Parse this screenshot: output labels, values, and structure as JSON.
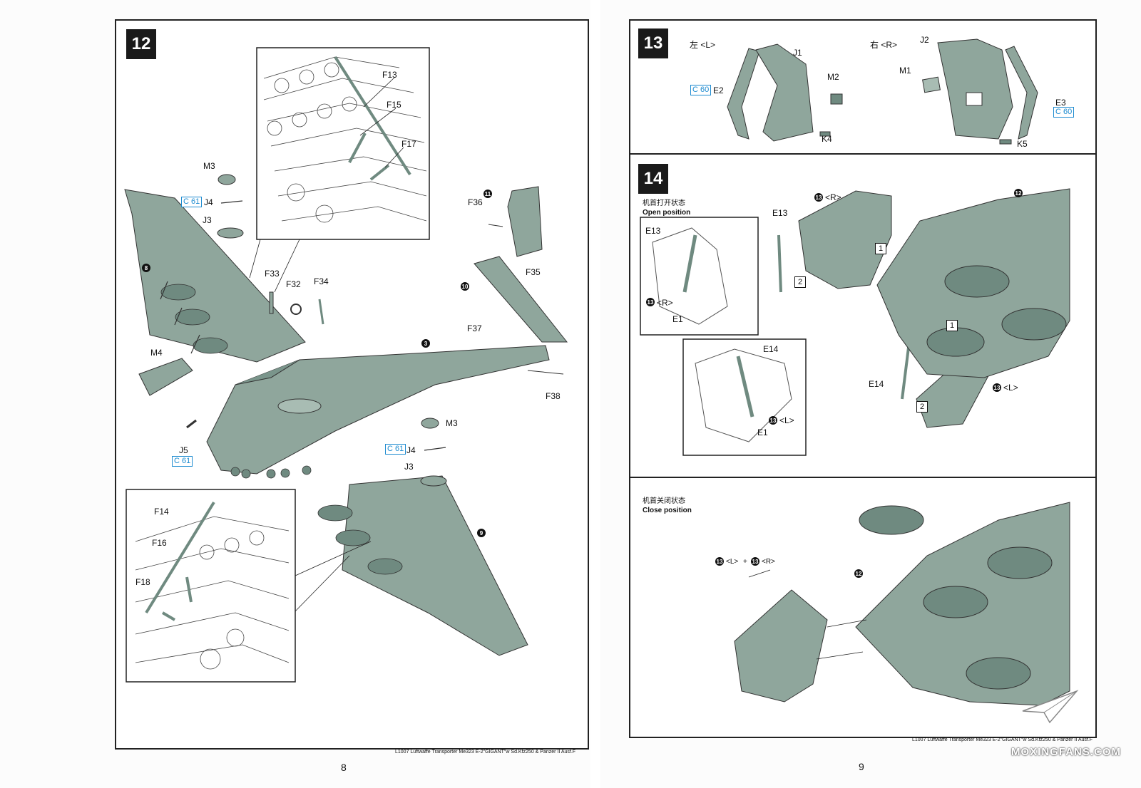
{
  "colors": {
    "part_fill": "#8fa69c",
    "part_dark": "#6f8a80",
    "cyan_badge": "#1d8bd0",
    "frame": "#222222"
  },
  "left_page": {
    "step_number": "12",
    "labels": {
      "F13": "F13",
      "F15": "F15",
      "F17": "F17",
      "F14": "F14",
      "F16": "F16",
      "F18": "F18",
      "M3_top": "M3",
      "J4_top": "J4",
      "J3_top": "J3",
      "C61_top": "C 61",
      "F33": "F33",
      "F32": "F32",
      "F34": "F34",
      "F36": "F36",
      "F35": "F35",
      "F37": "F37",
      "F38": "F38",
      "M4": "M4",
      "J5": "J5",
      "C61_j5": "C 61",
      "M3_bottom": "M3",
      "J4_bottom": "J4",
      "J3_bottom": "J3",
      "C61_bottom": "C 61"
    },
    "sub_refs": {
      "s8": "8",
      "s3": "3",
      "s9": "9",
      "s10": "10",
      "s11": "11"
    },
    "footer": "L1007 Luftwaffe Transporter Me323 E-2\"GIGANT\"w Sd.Kfz250 & Panzer II Ausf.F",
    "page_number": "8"
  },
  "right_page": {
    "step13": {
      "number": "13",
      "left_caption": "左 <L>",
      "right_caption": "右 <R>",
      "labels": {
        "J1": "J1",
        "E2": "E2",
        "M2": "M2",
        "K4": "K4",
        "J2": "J2",
        "M1": "M1",
        "E3": "E3",
        "K5": "K5"
      },
      "c60_left": "C 60",
      "c60_right": "C 60"
    },
    "step14": {
      "number": "14",
      "open_cn": "机首打开状态",
      "open_en": "Open position",
      "labels": {
        "E13_a": "E13",
        "E13_b": "E13",
        "E1_a": "E1",
        "E14_a": "E14",
        "E1_b": "E1",
        "E14_b": "E14"
      },
      "ref_R_top": "<R>",
      "ref_R_inset": "<R>",
      "ref_L_inset": "<L>",
      "ref_L_main": "<L>",
      "sub13": "13",
      "sub12": "12",
      "box1": "1",
      "box2": "2"
    },
    "close": {
      "cn": "机首关闭状态",
      "en": "Close position",
      "combo_l": "<L>",
      "plus": "+",
      "combo_r": "<R>",
      "sub13": "13",
      "sub12": "12"
    },
    "footer": "L1007 Luftwaffe Transporter Me323 E-2\"GIGANT\"w Sd.Kfz250 & Panzer II Ausf.F",
    "page_number": "9"
  },
  "watermark": "MOXINGFANS.COM"
}
